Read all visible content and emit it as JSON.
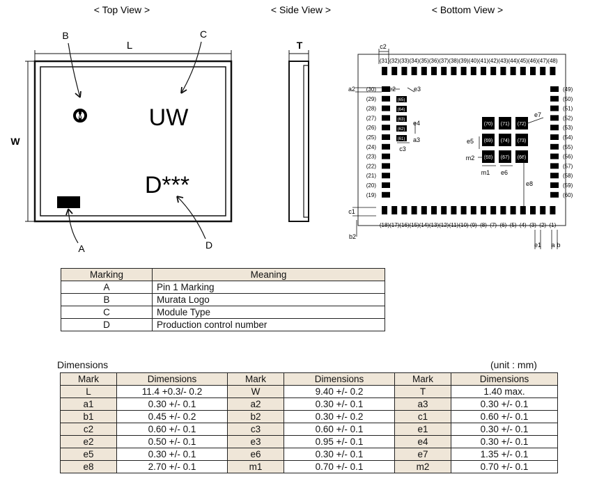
{
  "views": {
    "top": "< Top View >",
    "side": "< Side View >",
    "bottom": "< Bottom View >"
  },
  "top_view": {
    "dim_L": "L",
    "dim_W": "W",
    "callout_A": "A",
    "callout_B": "B",
    "callout_C": "C",
    "callout_D": "D",
    "module_type": "UW",
    "production_no": "D***"
  },
  "side_view": {
    "dim_T": "T"
  },
  "bottom_view": {
    "top_pins": [
      "(31)",
      "(32)",
      "(33)",
      "(34)",
      "(35)",
      "(36)",
      "(37)",
      "(38)",
      "(39)",
      "(40)",
      "(41)",
      "(42)",
      "(43)",
      "(44)",
      "(45)",
      "(46)",
      "(47)",
      "(48)"
    ],
    "left_pins": [
      "(30)",
      "(29)",
      "(28)",
      "(27)",
      "(26)",
      "(25)",
      "(24)",
      "(23)",
      "(22)",
      "(21)",
      "(20)",
      "(19)"
    ],
    "right_pins": [
      "(49)",
      "(50)",
      "(51)",
      "(52)",
      "(53)",
      "(54)",
      "(55)",
      "(56)",
      "(57)",
      "(58)",
      "(59)",
      "(60)"
    ],
    "bottom_pins": [
      "(18)",
      "(17)",
      "(16)",
      "(15)",
      "(14)",
      "(13)",
      "(12)",
      "(11)",
      "(10)",
      "(9)",
      "(8)",
      "(7)",
      "(6)",
      "(5)",
      "(4)",
      "(3)",
      "(2)",
      "(1)"
    ],
    "inner_pins": [
      "(65)",
      "(64)",
      "(63)",
      "(62)",
      "(61)"
    ],
    "center_pins": [
      [
        "(70)",
        "(71)",
        "(72)"
      ],
      [
        "(69)",
        "(74)",
        "(73)"
      ],
      [
        "(68)",
        "(67)",
        "(66)"
      ]
    ],
    "labels": [
      "c2",
      "a2",
      "e2",
      "e3",
      "e4",
      "a3",
      "c3",
      "e7",
      "e5",
      "m2",
      "m1",
      "e6",
      "e8",
      "c1",
      "b2",
      "e1",
      "a",
      "b"
    ]
  },
  "marking_table": {
    "headers": [
      "Marking",
      "Meaning"
    ],
    "rows": [
      [
        "A",
        "Pin 1 Marking"
      ],
      [
        "B",
        "Murata Logo"
      ],
      [
        "C",
        "Module Type"
      ],
      [
        "D",
        "Production control number"
      ]
    ]
  },
  "dimensions": {
    "title": "Dimensions",
    "unit": "(unit : mm)",
    "headers": [
      "Mark",
      "Dimensions",
      "Mark",
      "Dimensions",
      "Mark",
      "Dimensions"
    ],
    "rows": [
      [
        "L",
        "11.4 +0.3/- 0.2",
        "W",
        "9.40 +/- 0.2",
        "T",
        "1.40 max."
      ],
      [
        "a1",
        "0.30 +/- 0.1",
        "a2",
        "0.30 +/- 0.1",
        "a3",
        "0.30 +/- 0.1"
      ],
      [
        "b1",
        "0.45 +/- 0.2",
        "b2",
        "0.30 +/- 0.2",
        "c1",
        "0.60 +/- 0.1"
      ],
      [
        "c2",
        "0.60 +/- 0.1",
        "c3",
        "0.60 +/- 0.1",
        "e1",
        "0.30 +/- 0.1"
      ],
      [
        "e2",
        "0.50 +/- 0.1",
        "e3",
        "0.95 +/- 0.1",
        "e4",
        "0.30 +/- 0.1"
      ],
      [
        "e5",
        "0.30 +/- 0.1",
        "e6",
        "0.30 +/- 0.1",
        "e7",
        "1.35 +/- 0.1"
      ],
      [
        "e8",
        "2.70 +/- 0.1",
        "m1",
        "0.70 +/- 0.1",
        "m2",
        "0.70 +/- 0.1"
      ]
    ]
  }
}
